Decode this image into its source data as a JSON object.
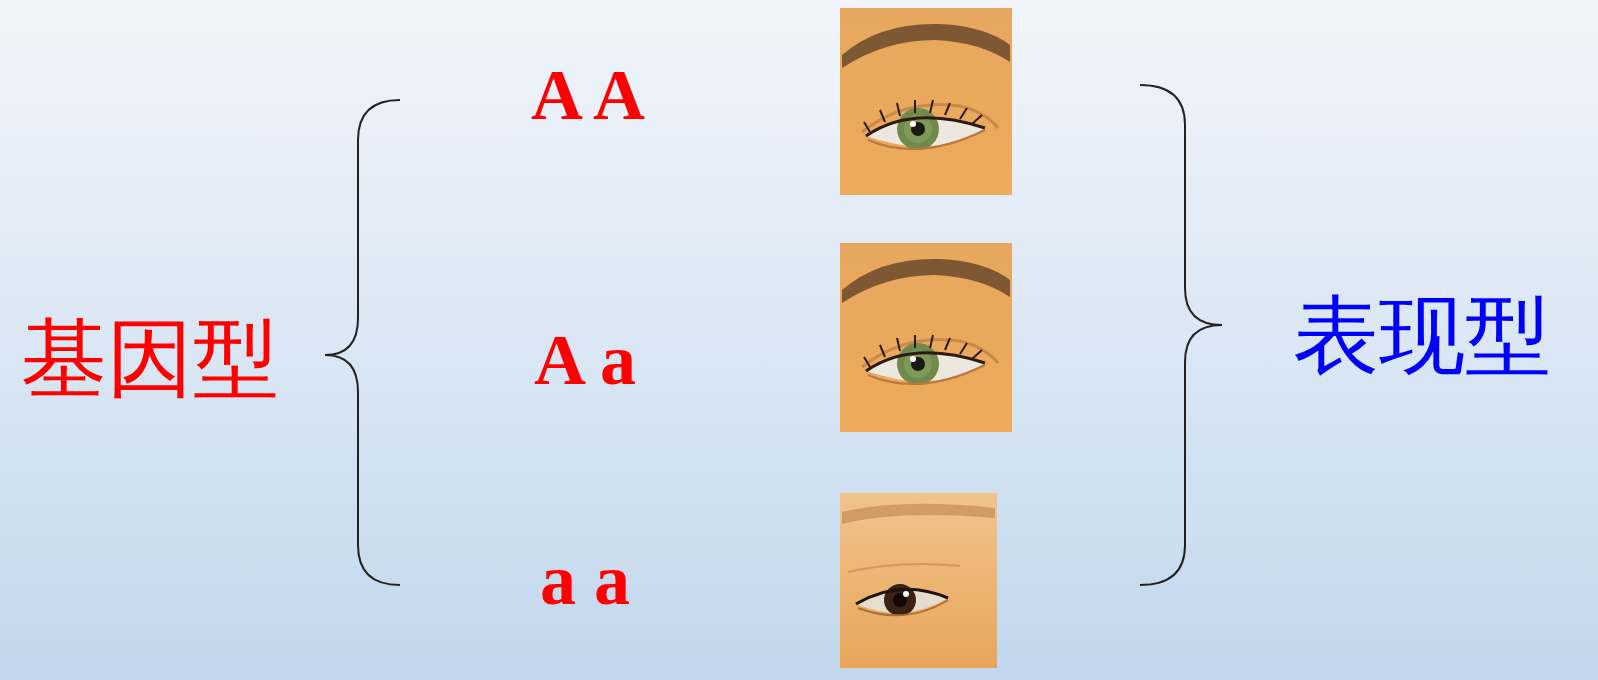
{
  "diagram": {
    "labels": [
      "基因型",
      "A A",
      "A a",
      "a a",
      "表现型"
    ]
  }
}
